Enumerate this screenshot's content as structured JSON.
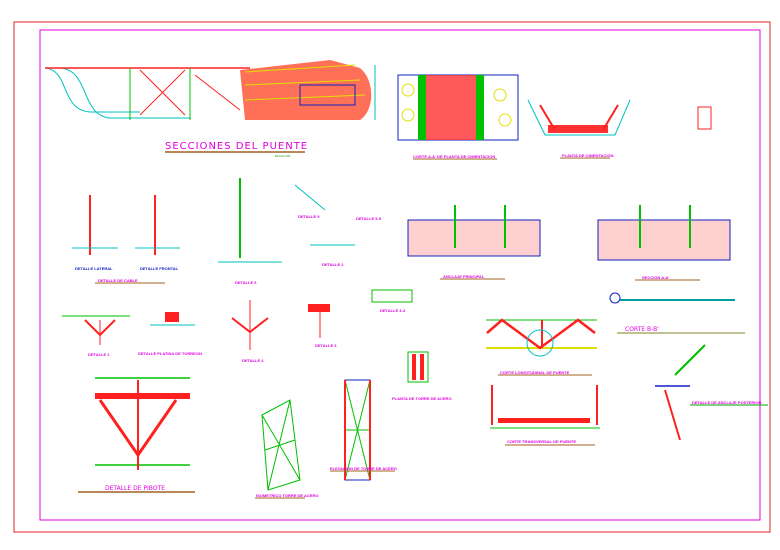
{
  "colors": {
    "frame_outer": "#e02020",
    "frame_inner": "#e000e0",
    "steel": "#ff2020",
    "concrete": "#00c0c0",
    "annotation": "#e0e000",
    "title": "#e000e0",
    "subtitle": "#1020c0",
    "scale": "#00a000"
  },
  "titles": {
    "secciones": "SECCIONES DEL PUENTE",
    "corte_aa_cim": "CORTE A-A' DE PLANTA DE CIMENTACION",
    "planta_cim": "PLANTA DE CIMENTACION",
    "detalle_lateral": "DETALLE LATERAL",
    "detalle_frontal": "DETALLE FRONTAL",
    "detalle_cable": "DETALLE DE CABLE",
    "detalle_6": "DETALLE 6",
    "detalle_5": "DETALLE 5",
    "detalle_55": "DETALLE 5-5",
    "detalle_2": "DETALLE 2",
    "anclaje": "ANCLAJE PRINCIPAL",
    "seccion_aa": "SECCION A-A'",
    "detalle_1": "DETALLE 1",
    "detalle_platina": "DETALLE PLATINA DE TORREON",
    "detalle_4": "DETALLE 4",
    "detalle_3": "DETALLE 3",
    "detalle_33": "DETALLE 3-3",
    "corte_long": "CORTE LONGITUDINAL DE PUENTE",
    "corte_bb": "CORTE B-B'",
    "planta_torre": "PLANTA DE TORRE DE ACERO",
    "corte_trans": "CORTE TRANSVERSAL DE PUENTE",
    "detalle_pibote": "DETALLE DE PIBOTE",
    "isometrico": "ISOMETRICO TORRE DE ACERO",
    "elevacion": "ELEVACION DE TORRE DE ACERO",
    "anclaje_post": "DETALLE DE ANCLAJE POSTERIOR"
  },
  "scale_note": "ESCALA 1/50"
}
